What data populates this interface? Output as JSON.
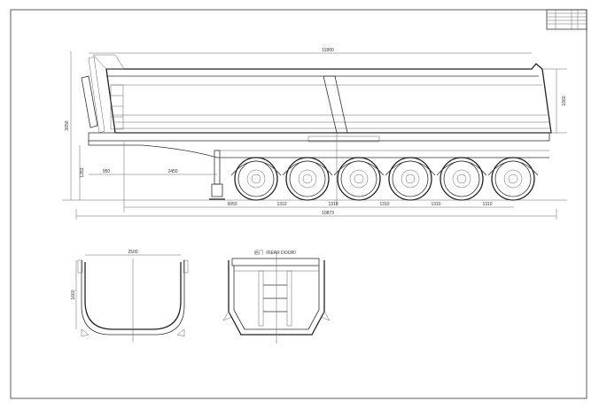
{
  "drawing": {
    "title": "Dump semi-trailer general arrangement",
    "side_view": {
      "overall_body_length": "11800",
      "overall_height": "3650",
      "body_height": "1660",
      "king_pin_to_front": "950",
      "king_pin_to_landing_gear": "2450",
      "fifth_wheel_height": "1283",
      "king_pin_to_first_axle": "5050",
      "axle_spacings": [
        "1310",
        "1310",
        "1310",
        "1310",
        "1310"
      ],
      "overall_length": "10873",
      "axle_count": 6
    },
    "front_section": {
      "width": "2500",
      "height": "1660"
    },
    "rear_section": {
      "label": "后门（REAR DOOR）"
    }
  }
}
